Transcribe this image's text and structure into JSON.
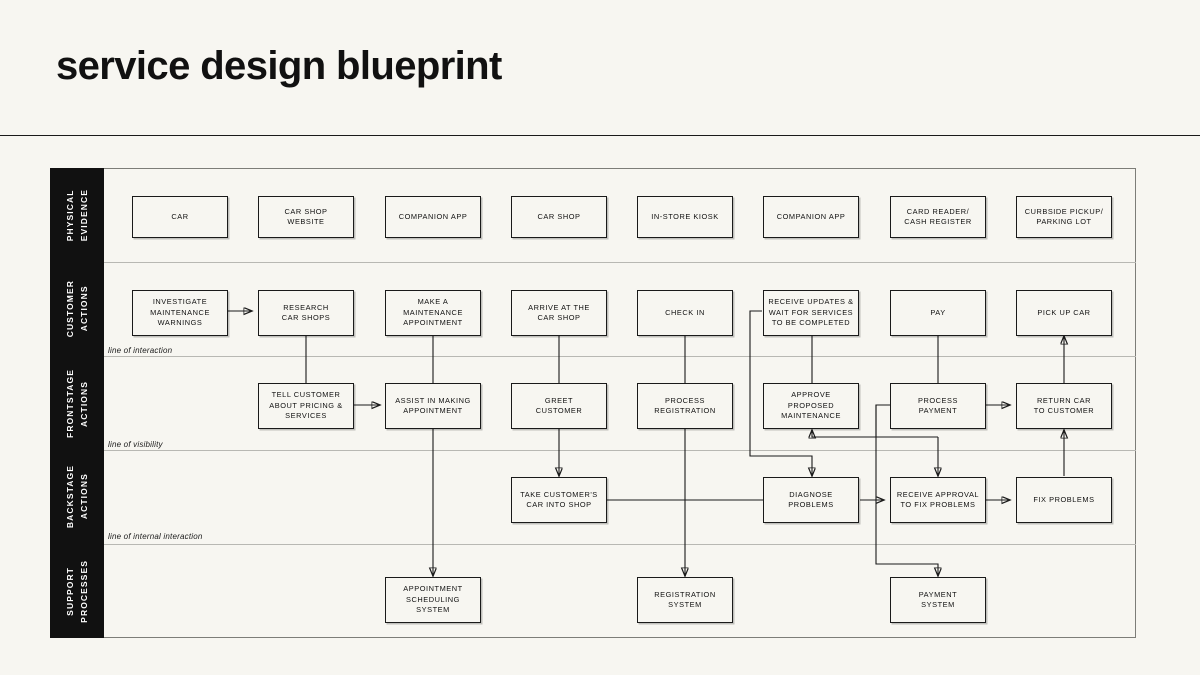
{
  "header": {
    "title": "service design blueprint"
  },
  "blueprint": {
    "lanes": [
      {
        "id": "physical-evidence",
        "label": "PHYSICAL\nEVIDENCE"
      },
      {
        "id": "customer-actions",
        "label": "CUSTOMER\nACTIONS"
      },
      {
        "id": "frontstage-actions",
        "label": "FRONTSTAGE\nACTIONS"
      },
      {
        "id": "backstage-actions",
        "label": "BACKSTAGE\nACTIONS"
      },
      {
        "id": "support-processes",
        "label": "SUPPORT\nPROCESSES"
      }
    ],
    "lines": [
      {
        "id": "line-of-interaction",
        "label": "line of interaction"
      },
      {
        "id": "line-of-visibility",
        "label": "line of visibility"
      },
      {
        "id": "line-of-internal-interaction",
        "label": "line of internal interaction"
      }
    ],
    "nodes": {
      "pe1": "CAR",
      "pe2": "CAR SHOP\nWEBSITE",
      "pe3": "COMPANION APP",
      "pe4": "CAR SHOP",
      "pe5": "IN-STORE KIOSK",
      "pe6": "COMPANION APP",
      "pe7": "CARD READER/\nCASH REGISTER",
      "pe8": "CURBSIDE PICKUP/\nPARKING LOT",
      "ca1": "INVESTIGATE\nMAINTENANCE\nWARNINGS",
      "ca2": "RESEARCH\nCAR SHOPS",
      "ca3": "MAKE A MAINTENANCE\nAPPOINTMENT",
      "ca4": "ARRIVE AT THE\nCAR SHOP",
      "ca5": "CHECK IN",
      "ca6": "RECEIVE UPDATES &\nWAIT FOR SERVICES\nTO BE COMPLETED",
      "ca7": "PAY",
      "ca8": "PICK UP CAR",
      "fs2": "TELL CUSTOMER\nABOUT PRICING &\nSERVICES",
      "fs3": "ASSIST IN MAKING\nAPPOINTMENT",
      "fs4": "GREET\nCUSTOMER",
      "fs5": "PROCESS\nREGISTRATION",
      "fs6": "APPROVE PROPOSED\nMAINTENANCE",
      "fs7": "PROCESS\nPAYMENT",
      "fs8": "RETURN CAR\nTO CUSTOMER",
      "bs4": "TAKE CUSTOMER'S\nCAR INTO SHOP",
      "bs6": "DIAGNOSE PROBLEMS",
      "bs7": "RECEIVE APPROVAL\nTO FIX PROBLEMS",
      "bs8": "FIX PROBLEMS",
      "sp3": "APPOINTMENT\nSCHEDULING\nSYSTEM",
      "sp5": "REGISTRATION\nSYSTEM",
      "sp7": "PAYMENT\nSYSTEM"
    }
  },
  "colors": {
    "background": "#f7f6f1",
    "ink": "#111111",
    "lane_label_bg": "#111111",
    "lane_label_text": "#ffffff",
    "divider": "#b8b8b3",
    "frame": "#7d7d78"
  }
}
